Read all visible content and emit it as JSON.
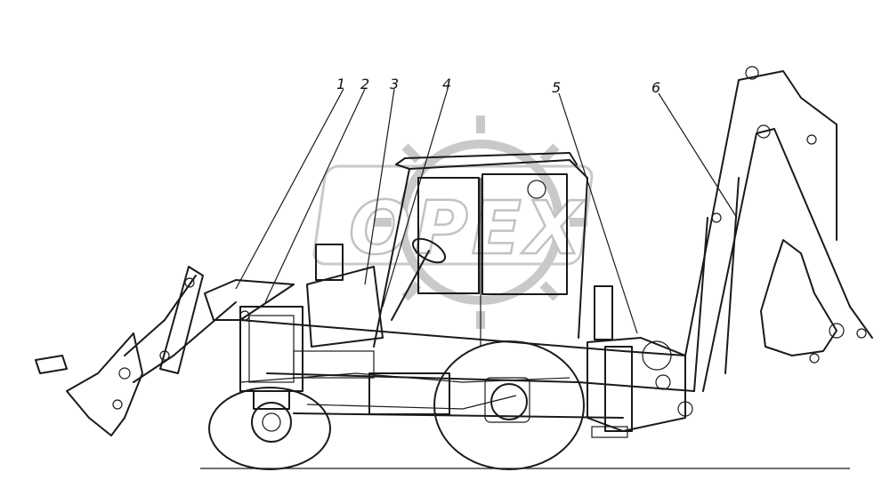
{
  "watermark": {
    "text": "OPEX"
  },
  "callouts": [
    {
      "id": "1",
      "label": "1"
    },
    {
      "id": "2",
      "label": "2"
    },
    {
      "id": "3",
      "label": "3"
    },
    {
      "id": "4",
      "label": "4"
    },
    {
      "id": "5",
      "label": "5"
    },
    {
      "id": "6",
      "label": "6"
    }
  ]
}
